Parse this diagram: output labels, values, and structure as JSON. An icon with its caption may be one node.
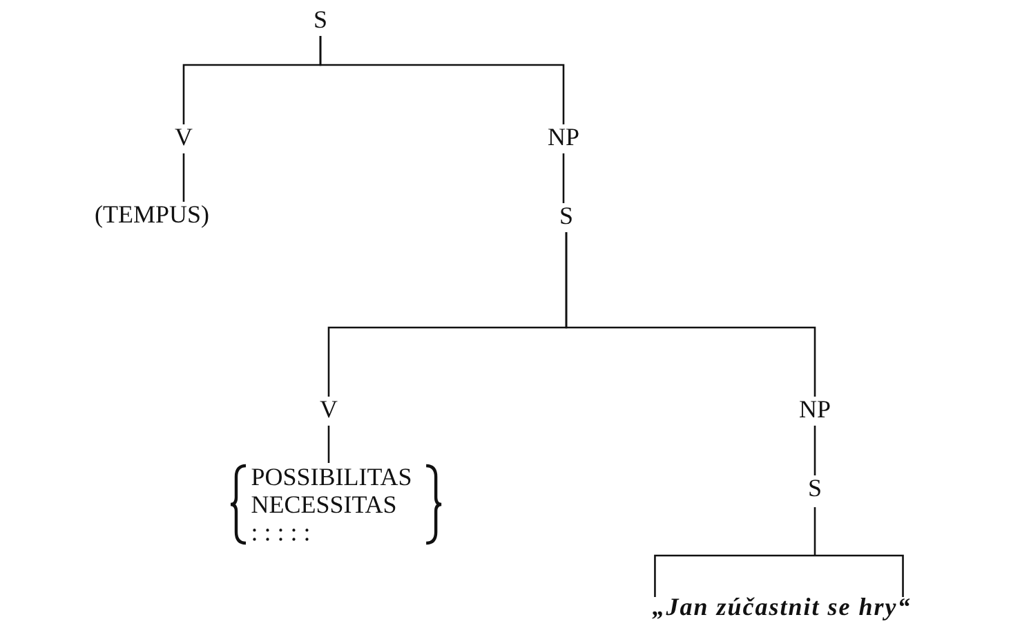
{
  "diagram": {
    "nodes": [
      {
        "text": [
          "S"
        ]
      },
      {
        "text": [
          "V"
        ]
      },
      {
        "text": [
          "NP"
        ]
      },
      {
        "text": [
          "(TEMPUS)"
        ]
      },
      {
        "text": [
          "S"
        ]
      },
      {
        "text": [
          "V"
        ]
      },
      {
        "text": [
          "NP"
        ]
      },
      {
        "text": [
          "POSSIBILITAS",
          "NECESSITAS",
          ": : : : :"
        ]
      },
      {
        "text": [
          "S"
        ]
      },
      {
        "text": [
          "„Jan zúčastnit se hry“"
        ]
      }
    ],
    "edges": [
      {
        "from": 0,
        "to": 1,
        "arrow": "none"
      },
      {
        "from": 0,
        "to": 2,
        "arrow": "none"
      },
      {
        "from": 1,
        "to": 3,
        "arrow": "none"
      },
      {
        "from": 2,
        "to": 4,
        "arrow": "none"
      },
      {
        "from": 4,
        "to": 5,
        "arrow": "none"
      },
      {
        "from": 4,
        "to": 6,
        "arrow": "none"
      },
      {
        "from": 5,
        "to": 7,
        "arrow": "none"
      },
      {
        "from": 6,
        "to": 8,
        "arrow": "none"
      },
      {
        "from": 8,
        "to": 9,
        "arrow": "none"
      }
    ]
  }
}
